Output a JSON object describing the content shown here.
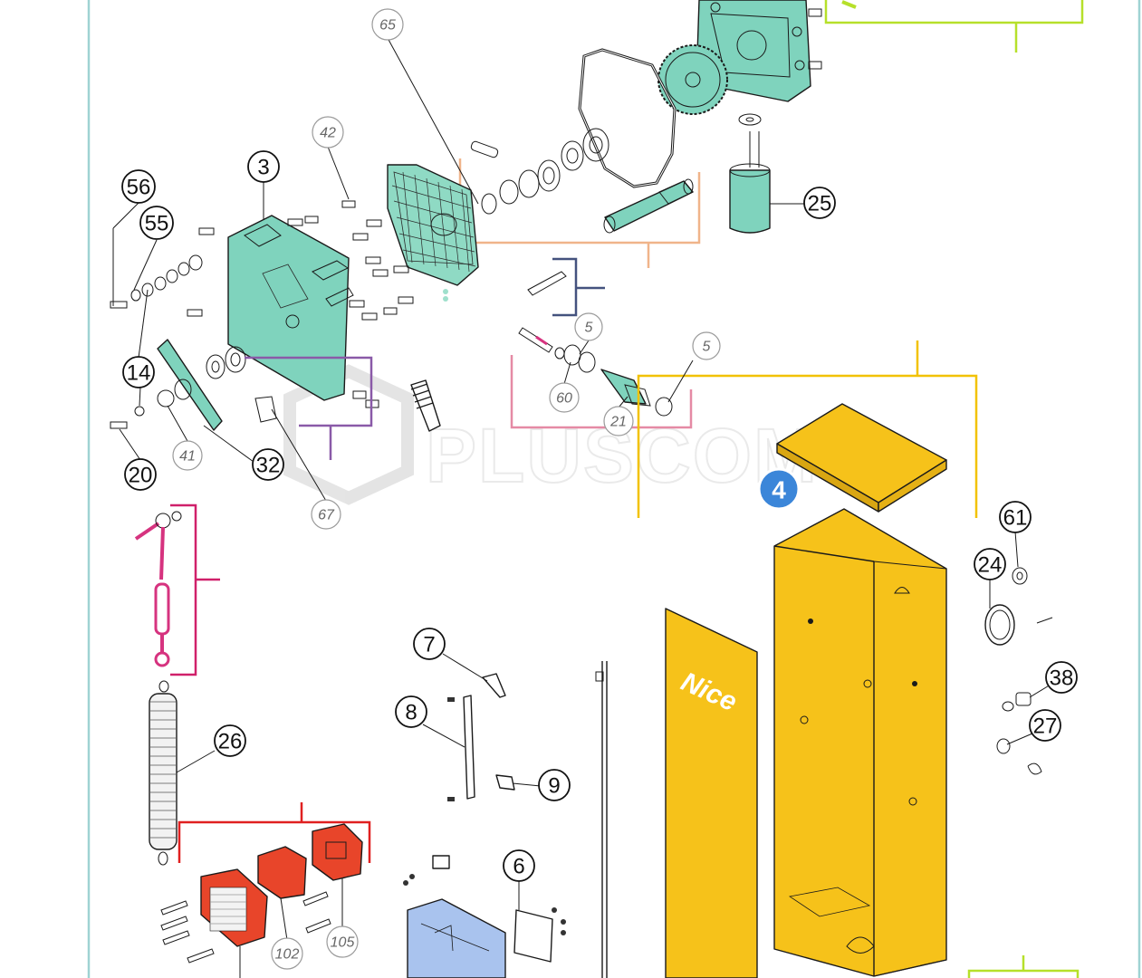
{
  "watermark": {
    "text": "PLUSCOM"
  },
  "brand_label": "Nice",
  "callouts": [
    {
      "label": "65",
      "style": "italic"
    },
    {
      "label": "42",
      "style": "italic"
    },
    {
      "label": "3",
      "style": "bold"
    },
    {
      "label": "56",
      "style": "bold"
    },
    {
      "label": "55",
      "style": "bold"
    },
    {
      "label": "14",
      "style": "bold"
    },
    {
      "label": "20",
      "style": "bold"
    },
    {
      "label": "41",
      "style": "italic"
    },
    {
      "label": "32",
      "style": "bold"
    },
    {
      "label": "67",
      "style": "italic"
    },
    {
      "label": "5",
      "style": "italic"
    },
    {
      "label": "5",
      "style": "italic"
    },
    {
      "label": "60",
      "style": "italic"
    },
    {
      "label": "21",
      "style": "italic"
    },
    {
      "label": "25",
      "style": "bold"
    },
    {
      "label": "4",
      "style": "badge"
    },
    {
      "label": "61",
      "style": "bold"
    },
    {
      "label": "24",
      "style": "bold"
    },
    {
      "label": "38",
      "style": "bold"
    },
    {
      "label": "27",
      "style": "bold"
    },
    {
      "label": "7",
      "style": "bold"
    },
    {
      "label": "8",
      "style": "bold"
    },
    {
      "label": "9",
      "style": "bold"
    },
    {
      "label": "26",
      "style": "bold"
    },
    {
      "label": "6",
      "style": "bold"
    },
    {
      "label": "102",
      "style": "italic"
    },
    {
      "label": "105",
      "style": "italic"
    }
  ],
  "colors": {
    "frame_line": "#9fd3d3",
    "teal_part": "#7fd3bd",
    "yellow_part": "#f6c21a",
    "red_part": "#e8452a",
    "magenta_part": "#d6337f",
    "blue_part": "#a9c3ee",
    "salmon_part": "#f2b49a",
    "bracket_orange": "#f0b48a",
    "bracket_yellow": "#f2c200",
    "bracket_green": "#b6e02a",
    "bracket_red": "#e02020",
    "bracket_magenta": "#d0206a",
    "bracket_purple": "#8a5aa8",
    "bracket_pink": "#e58aa5",
    "bracket_navy": "#44527e",
    "badge_blue": "#3b86d9"
  }
}
